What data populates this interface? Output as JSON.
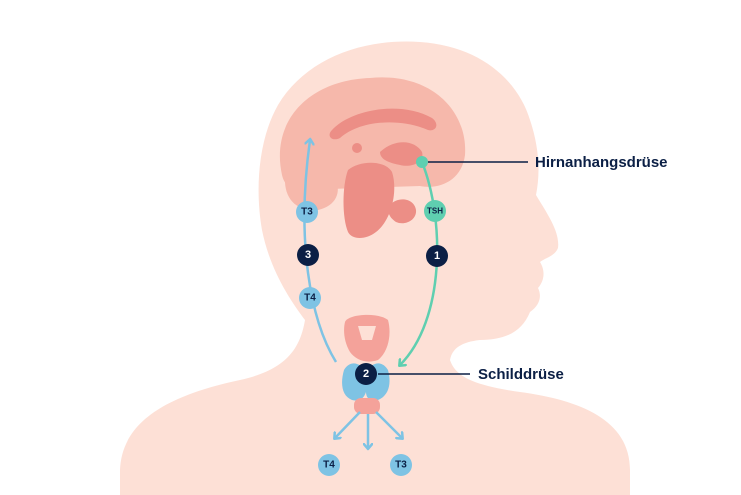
{
  "labels": {
    "pituitary": "Hirnanhangsdrüse",
    "thyroid": "Schilddrüse"
  },
  "badges": {
    "tsh": "TSH",
    "step1": "1",
    "step2": "2",
    "step3": "3",
    "t3_up": "T3",
    "t4_up": "T4",
    "t4_out": "T4",
    "t3_out": "T3"
  },
  "colors": {
    "skin": "#fde0d6",
    "brain_light": "#f6b8ab",
    "brain_dark": "#ec8e86",
    "hormone_blue": "#7ec3e4",
    "tsh_green": "#5fcfb0",
    "navy": "#0b1f45",
    "thyroid_pink": "#f4a29a"
  }
}
